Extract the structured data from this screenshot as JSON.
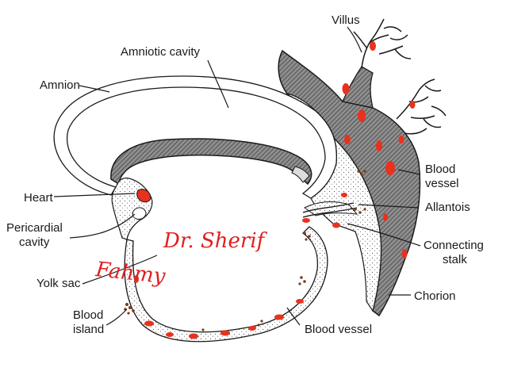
{
  "labels": {
    "villus": "Villus",
    "amniotic_cavity": "Amniotic cavity",
    "amnion": "Amnion",
    "blood_vessel_right_1": "Blood",
    "blood_vessel_right_2": "vessel",
    "heart": "Heart",
    "allantois": "Allantois",
    "pericardial_1": "Pericardial",
    "pericardial_2": "cavity",
    "connecting_1": "Connecting",
    "connecting_2": "stalk",
    "yolk_sac": "Yolk sac",
    "chorion": "Chorion",
    "blood_island_1": "Blood",
    "blood_island_2": "island",
    "blood_vessel_bottom": "Blood vessel"
  },
  "watermark": {
    "line1": "Dr. Sherif",
    "line2": "Fahmy"
  },
  "colors": {
    "line": "#1a1a1a",
    "vessel_red": "#e8321e",
    "chorion_gray": "#8c8c8c",
    "stipple": "#555555",
    "island_brown": "#7a3b1a"
  }
}
